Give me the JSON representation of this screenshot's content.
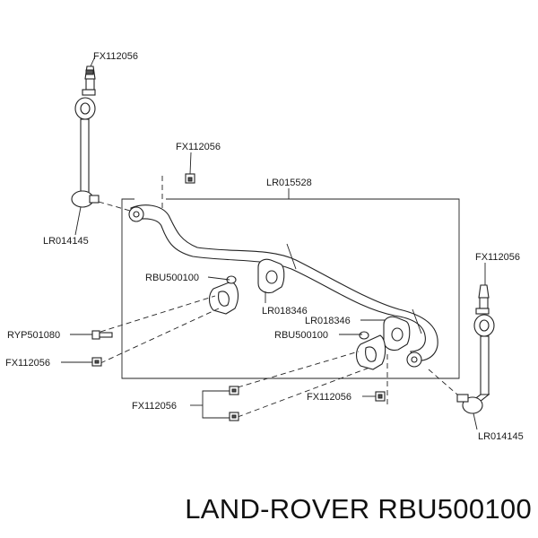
{
  "labels": {
    "fx_link_top": "FX112056",
    "fx_bracket_top": "FX112056",
    "stab_bar": "LR015528",
    "link_left": "LR014145",
    "fx_link_right": "FX112056",
    "bracket_left": "RBU500100",
    "bush_left": "LR018346",
    "bush_right": "LR018346",
    "bolt": "RYP501080",
    "bracket_right": "RBU500100",
    "fx_nut_left": "FX112056",
    "fx_nut_right": "FX112056",
    "fx_nut_bottom": "FX112056",
    "link_right": "LR014145"
  },
  "title": "LAND-ROVER RBU500100"
}
